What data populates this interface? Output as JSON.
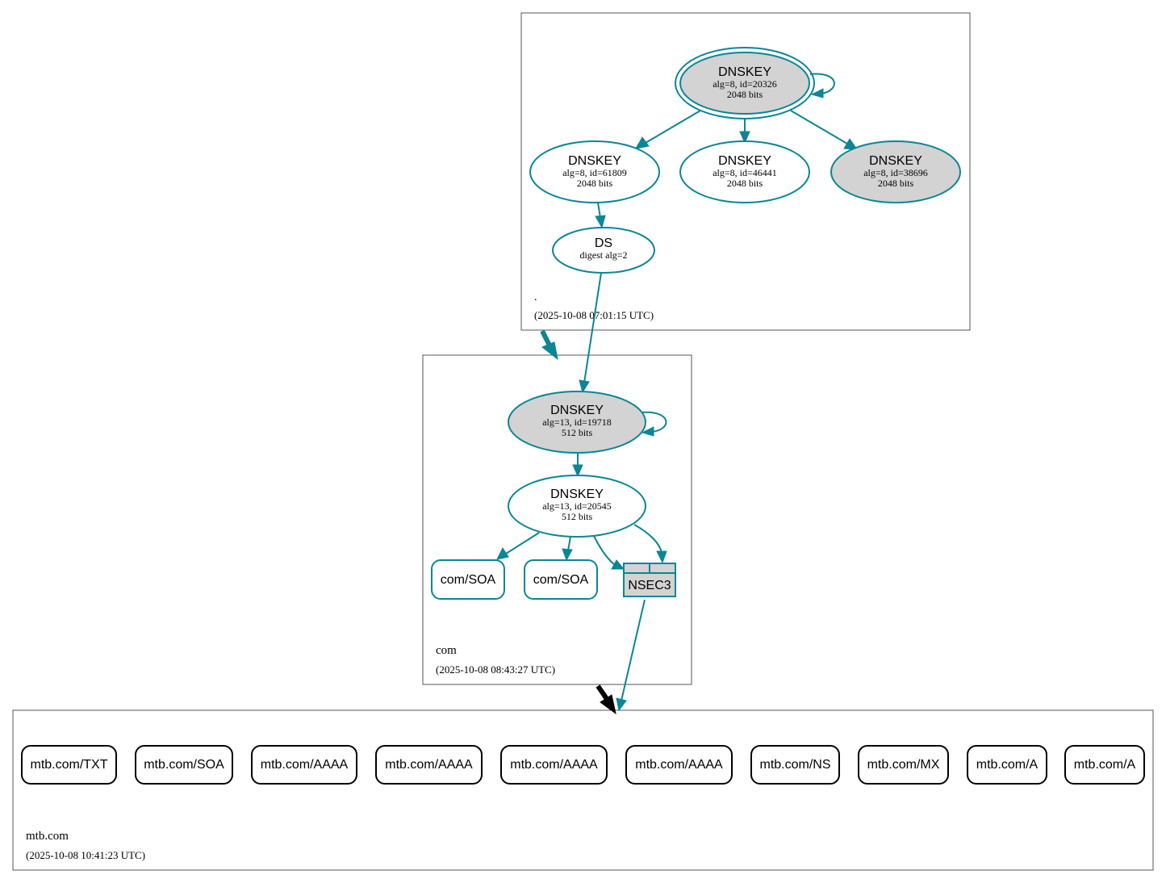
{
  "colors": {
    "accent": "#0a8696",
    "filled": "#d3d3d3",
    "white": "#ffffff",
    "black": "#000000"
  },
  "zones": {
    "root": {
      "name": ".",
      "timestamp": "(2025-10-08 07:01:15 UTC)"
    },
    "com": {
      "name": "com",
      "timestamp": "(2025-10-08 08:43:27 UTC)"
    },
    "mtb": {
      "name": "mtb.com",
      "timestamp": "(2025-10-08 10:41:23 UTC)"
    }
  },
  "nodes": {
    "root_ksk": {
      "title": "DNSKEY",
      "line1": "alg=8, id=20326",
      "line2": "2048 bits"
    },
    "root_zsk1": {
      "title": "DNSKEY",
      "line1": "alg=8, id=61809",
      "line2": "2048 bits"
    },
    "root_zsk2": {
      "title": "DNSKEY",
      "line1": "alg=8, id=46441",
      "line2": "2048 bits"
    },
    "root_zsk3": {
      "title": "DNSKEY",
      "line1": "alg=8, id=38696",
      "line2": "2048 bits"
    },
    "ds": {
      "title": "DS",
      "line1": "digest alg=2"
    },
    "com_ksk": {
      "title": "DNSKEY",
      "line1": "alg=13, id=19718",
      "line2": "512 bits"
    },
    "com_zsk": {
      "title": "DNSKEY",
      "line1": "alg=13, id=20545",
      "line2": "512 bits"
    },
    "com_soa1": {
      "label": "com/SOA"
    },
    "com_soa2": {
      "label": "com/SOA"
    },
    "nsec3": {
      "label": "NSEC3"
    }
  },
  "records": [
    {
      "label": "mtb.com/TXT"
    },
    {
      "label": "mtb.com/SOA"
    },
    {
      "label": "mtb.com/AAAA"
    },
    {
      "label": "mtb.com/AAAA"
    },
    {
      "label": "mtb.com/AAAA"
    },
    {
      "label": "mtb.com/AAAA"
    },
    {
      "label": "mtb.com/NS"
    },
    {
      "label": "mtb.com/MX"
    },
    {
      "label": "mtb.com/A"
    },
    {
      "label": "mtb.com/A"
    }
  ]
}
